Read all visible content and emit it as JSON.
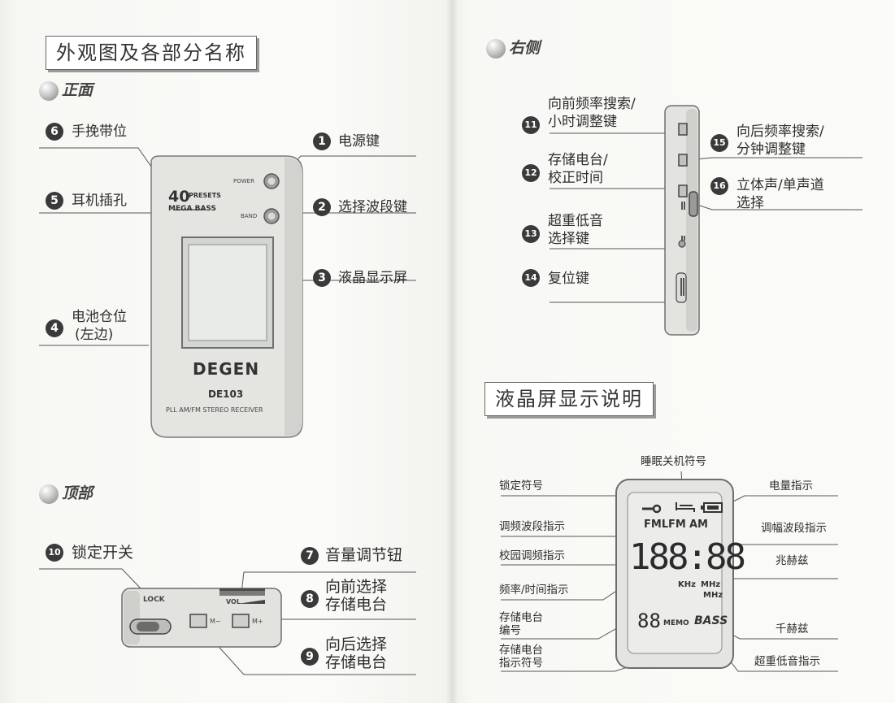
{
  "left_page": {
    "title": "外观图及各部分名称",
    "front": {
      "heading": "正面",
      "labels": [
        {
          "num": "6",
          "text": "手挽带位"
        },
        {
          "num": "1",
          "text": "电源键"
        },
        {
          "num": "5",
          "text": "耳机插孔"
        },
        {
          "num": "2",
          "text": "选择波段键"
        },
        {
          "num": "3",
          "text": "液晶显示屏"
        },
        {
          "num": "4",
          "text": "电池仓位",
          "text2": "(左边)"
        }
      ],
      "device": {
        "presets": "40",
        "presets_word": "PRESETS",
        "mega_bass": "MEGA BASS",
        "power": "POWER",
        "band": "BAND",
        "brand": "DEGEN",
        "model": "DE103",
        "description": "PLL AM/FM STEREO RECEIVER"
      }
    },
    "top": {
      "heading": "顶部",
      "labels": [
        {
          "num": "10",
          "text": "锁定开关"
        },
        {
          "num": "7",
          "text": "音量调节钮"
        },
        {
          "num": "8",
          "text": "向前选择",
          "text2": "存储电台"
        },
        {
          "num": "9",
          "text": "向后选择",
          "text2": "存储电台"
        }
      ],
      "device": {
        "lock": "LOCK",
        "vol": "VOL",
        "m_minus": "M−",
        "m_plus": "M+"
      }
    }
  },
  "right_page": {
    "side": {
      "heading": "右侧",
      "labels": [
        {
          "num": "11",
          "text": "向前频率搜索/",
          "text2": "小时调整键"
        },
        {
          "num": "12",
          "text": "存储电台/",
          "text2": "校正时间"
        },
        {
          "num": "13",
          "text": "超重低音",
          "text2": "选择键"
        },
        {
          "num": "14",
          "text": "复位键"
        },
        {
          "num": "15",
          "text": "向后频率搜索/",
          "text2": "分钟调整键"
        },
        {
          "num": "16",
          "text": "立体声/单声道",
          "text2": "选择"
        }
      ]
    },
    "lcd": {
      "title": "液晶屏显示说明",
      "labels": {
        "sleep": "睡眠关机符号",
        "lock": "锁定符号",
        "battery": "电量指示",
        "fm_band": "调频波段指示",
        "am_band": "调幅波段指示",
        "campus_fm": "校园调频指示",
        "mhz": "兆赫兹",
        "freq_time": "频率/时间指示",
        "preset_no": "存储电台",
        "preset_no2": "编号",
        "khz": "千赫兹",
        "memo": "存储电台",
        "memo2": "指示符号",
        "bass": "超重低音指示"
      },
      "screen": {
        "fml": "FML",
        "fm": "FM",
        "am": "AM",
        "digits": "188:88",
        "khz": "KHz",
        "mhz": "MHz",
        "mhz2": "MHz",
        "preset_digits": "88",
        "memo": "MEMO",
        "bass": "BASS"
      }
    }
  },
  "colors": {
    "ink": "#2b2b2b",
    "marker": "#3a3a3a",
    "device_face": "#e6e7e4",
    "lcd_bg": "#ececeb"
  }
}
